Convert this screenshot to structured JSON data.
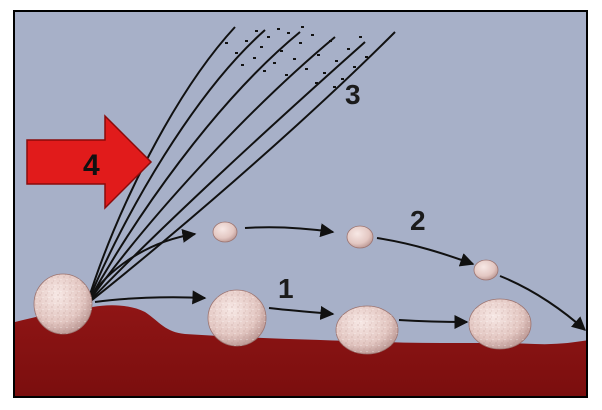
{
  "labels": {
    "rolling": "1",
    "saltation": "2",
    "suspension": "3",
    "wind": "4"
  },
  "colors": {
    "sky": "#a7b0c8",
    "ground": "#8e1414",
    "grain": "#e3c7c2",
    "wind_arrow": "#e11b1b",
    "lines": "#111111"
  }
}
